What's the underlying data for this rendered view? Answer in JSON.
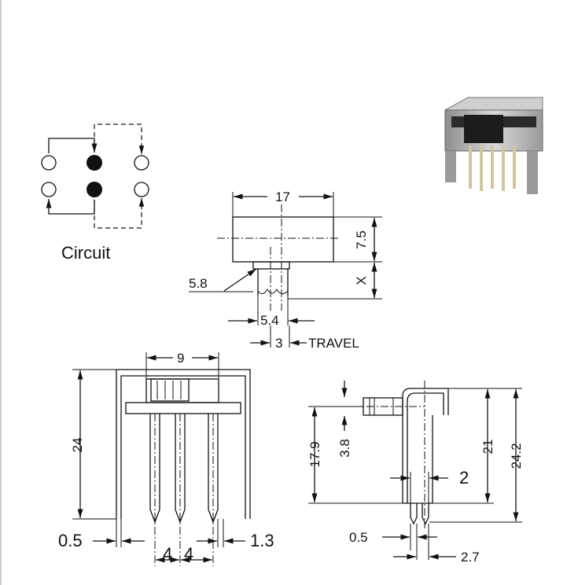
{
  "circuit": {
    "caption": "Circuit"
  },
  "top_view": {
    "width": "17",
    "height": "7.5",
    "actuator_offset": "X",
    "actuator_length": "5.8",
    "actuator_width": "5.4",
    "travel_value": "3",
    "travel_label": "TRAVEL"
  },
  "front_view": {
    "actuator_span": "9",
    "height": "24",
    "pin_thickness": "0.5",
    "bracket_thickness": "1.3",
    "pitch_left": "4",
    "pitch_right": "4"
  },
  "side_view": {
    "actuator_height": "17.9",
    "actuator_knob": "3.8",
    "body_height": "21",
    "overall_height": "24.2",
    "pin_gap": "2",
    "pin_thickness": "0.5",
    "pin_spacing": "2.7"
  },
  "colors": {
    "ink": "#111111",
    "background": "#ffffff",
    "photo_metal": "#a8a8a8",
    "photo_dark": "#1c1c1c"
  }
}
